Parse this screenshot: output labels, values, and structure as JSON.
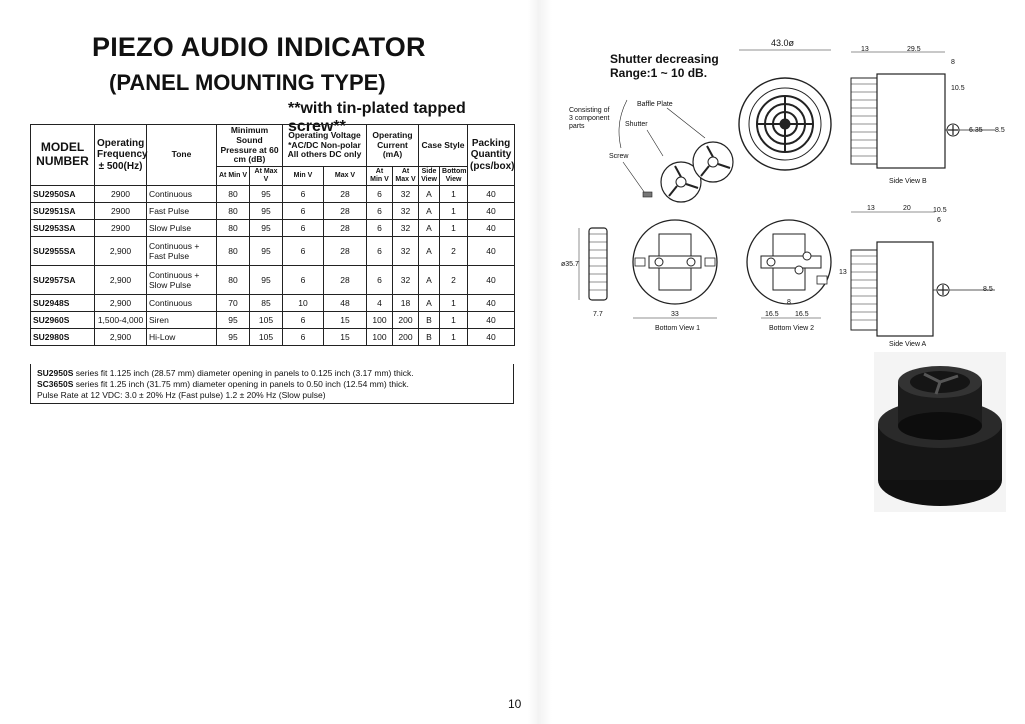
{
  "header": {
    "title": "PIEZO AUDIO INDICATOR",
    "subtitle": "(PANEL MOUNTING TYPE)",
    "note": "**with tin-plated tapped screw**"
  },
  "table": {
    "h_model": "MODEL NUMBER",
    "h_freq": "Operating Frequency ± 500(Hz)",
    "h_tone": "Tone",
    "h_spl": "Minimum Sound Pressure at 60 cm (dB)",
    "h_voltage": "Operating Voltage *AC/DC Non-polar All others DC only",
    "h_current": "Operating Current (mA)",
    "h_case": "Case Style",
    "h_pack": "Packing Quantity (pcs/box)",
    "s_atmin": "At Min V",
    "s_atmax": "At Max V",
    "s_minv": "Min V",
    "s_maxv": "Max V",
    "s_cmin": "At Min V",
    "s_cmax": "At Max V",
    "s_side": "Side View",
    "s_bottom": "Bottom View",
    "rows": [
      {
        "model": "SU2950SA",
        "freq": "2900",
        "tone": "Continuous",
        "dbmin": "80",
        "dbmax": "95",
        "vmin": "6",
        "vmax": "28",
        "imin": "6",
        "imax": "32",
        "side": "A",
        "bottom": "1",
        "pack": "40"
      },
      {
        "model": "SU2951SA",
        "freq": "2900",
        "tone": "Fast Pulse",
        "dbmin": "80",
        "dbmax": "95",
        "vmin": "6",
        "vmax": "28",
        "imin": "6",
        "imax": "32",
        "side": "A",
        "bottom": "1",
        "pack": "40"
      },
      {
        "model": "SU2953SA",
        "freq": "2900",
        "tone": "Slow Pulse",
        "dbmin": "80",
        "dbmax": "95",
        "vmin": "6",
        "vmax": "28",
        "imin": "6",
        "imax": "32",
        "side": "A",
        "bottom": "1",
        "pack": "40"
      },
      {
        "model": "SU2955SA",
        "freq": "2,900",
        "tone": "Continuous + Fast Pulse",
        "dbmin": "80",
        "dbmax": "95",
        "vmin": "6",
        "vmax": "28",
        "imin": "6",
        "imax": "32",
        "side": "A",
        "bottom": "2",
        "pack": "40"
      },
      {
        "model": "SU2957SA",
        "freq": "2,900",
        "tone": "Continuous + Slow Pulse",
        "dbmin": "80",
        "dbmax": "95",
        "vmin": "6",
        "vmax": "28",
        "imin": "6",
        "imax": "32",
        "side": "A",
        "bottom": "2",
        "pack": "40"
      },
      {
        "model": "SU2948S",
        "freq": "2,900",
        "tone": "Continuous",
        "dbmin": "70",
        "dbmax": "85",
        "vmin": "10",
        "vmax": "48",
        "imin": "4",
        "imax": "18",
        "side": "A",
        "bottom": "1",
        "pack": "40"
      },
      {
        "model": "SU2960S",
        "freq": "1,500-4,000",
        "tone": "Siren",
        "dbmin": "95",
        "dbmax": "105",
        "vmin": "6",
        "vmax": "15",
        "imin": "100",
        "imax": "200",
        "side": "B",
        "bottom": "1",
        "pack": "40"
      },
      {
        "model": "SU2980S",
        "freq": "2,900",
        "tone": "Hi-Low",
        "dbmin": "95",
        "dbmax": "105",
        "vmin": "6",
        "vmax": "15",
        "imin": "100",
        "imax": "200",
        "side": "B",
        "bottom": "1",
        "pack": "40"
      }
    ]
  },
  "notes": {
    "n1_model": "SU2950S",
    "n1_text": "series fit 1.125 inch (28.57 mm) diameter opening in panels to 0.125 inch (3.17 mm) thick.",
    "n2_model": "SC3650S",
    "n2_text": "series fit 1.25 inch (31.75 mm) diameter opening in panels to 0.50 inch (12.54 mm) thick.",
    "n3_text": "Pulse Rate at 12 VDC: 3.0 ± 20% Hz (Fast pulse) 1.2 ± 20% Hz (Slow pulse)"
  },
  "drawing": {
    "shutter_title_1": "Shutter decreasing",
    "shutter_title_2": "Range:1 ~ 10 dB.",
    "consisting_1": "Consisting of",
    "consisting_2": "3 component",
    "consisting_3": "parts",
    "baffle": "Baffle Plate",
    "shutter": "Shutter",
    "screw": "Screw",
    "d_430": "43.0ø",
    "d_13a": "13",
    "d_295": "29.5",
    "d_8a": "8",
    "d_105a": "10.5",
    "d_635": "6.35",
    "d_85a": "8.5",
    "side_b": "Side View B",
    "d_13b": "13",
    "d_20": "20",
    "d_105b": "10.5",
    "d_6": "6",
    "d_85b": "8.5",
    "d_357": "ø35.7",
    "d_77": "7.7",
    "d_33": "33",
    "d_13c": "13",
    "d_8b": "8",
    "d_165a": "16.5",
    "d_165b": "16.5",
    "bottom1": "Bottom View 1",
    "bottom2": "Bottom View 2",
    "side_a": "Side View A"
  },
  "page": {
    "number": "10"
  }
}
